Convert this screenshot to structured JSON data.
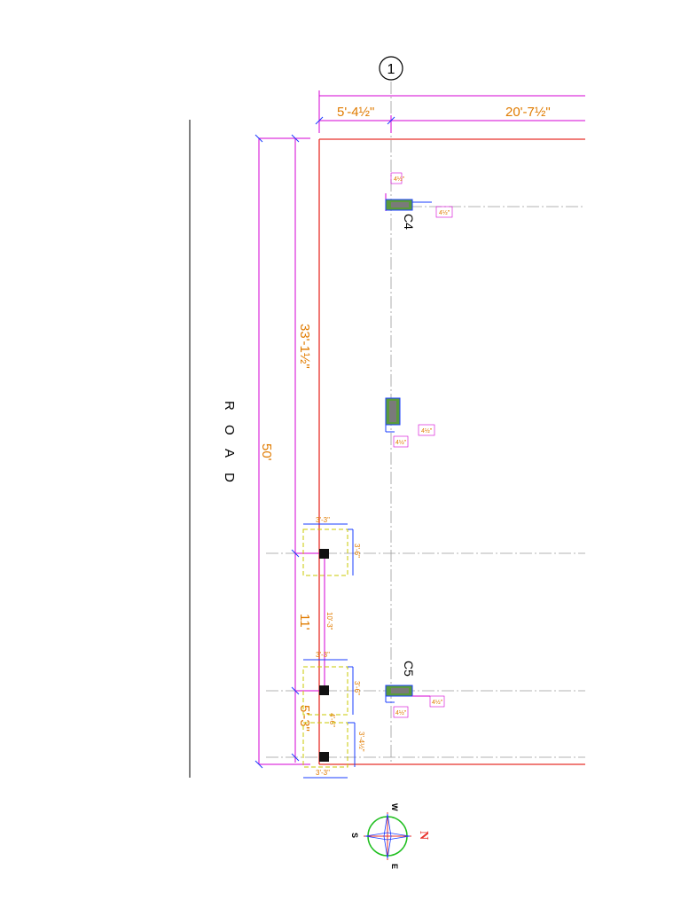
{
  "grid": {
    "bubble_label": "1"
  },
  "dimensions": {
    "top_left": "5'-4½\"",
    "top_right": "20'-7½\"",
    "vertical_upper": "33'-1½\"",
    "vertical_total": "50'",
    "vertical_lower": "11'",
    "vertical_bottom": "5'-3\""
  },
  "road": {
    "letters": [
      "R",
      "O",
      "A",
      "D"
    ]
  },
  "columns": {
    "c4": {
      "label": "C4",
      "offset_top": "4½\"",
      "offset_side": "4½\""
    },
    "c_mid": {
      "offset_a": "4½\"",
      "offset_b": "4½\""
    },
    "c5": {
      "label": "C5",
      "offset_a": "4½\"",
      "offset_b": "4½\""
    }
  },
  "footings": {
    "f1": {
      "width": "3'-3\"",
      "depth": "3'-6\""
    },
    "f2": {
      "width": "3'-3\"",
      "depth": "3'-6\"",
      "sub": "4'-6\""
    },
    "f3": {
      "width": "3'-3\"",
      "depth": "3'-4½\""
    },
    "spacing": "10'-3\""
  },
  "compass": {
    "n": "N",
    "s": "S",
    "e": "E",
    "w": "W"
  },
  "colors": {
    "wall": "#e8302a",
    "dimension": "#d400d4",
    "text": "#e07b00",
    "column": "#5a9a3c",
    "footing": "#c8c800",
    "compass": "#1fbf1f"
  }
}
